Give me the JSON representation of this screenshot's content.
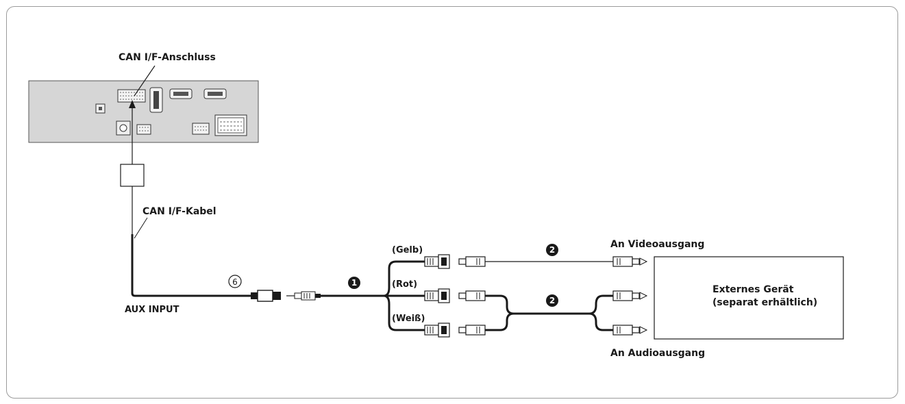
{
  "labels": {
    "can_if_port": "CAN I/F-Anschluss",
    "can_if_cable": "CAN I/F-Kabel",
    "aux_input": "AUX INPUT",
    "yellow": "(Gelb)",
    "red": "(Rot)",
    "white": "(Weiß)",
    "to_video_out": "An Videoausgang",
    "to_audio_out": "An Audioausgang",
    "external_device_line1": "Externes Gerät",
    "external_device_line2": "(separat erhältlich)"
  },
  "markers": {
    "item_6": "6",
    "item_1_a": "1",
    "item_2_video": "2",
    "item_2_audio": "2"
  },
  "colors": {
    "head_unit_panel": "#d6d6d6",
    "cable": "#1a1a1a",
    "frame": "#9a9a9a"
  }
}
